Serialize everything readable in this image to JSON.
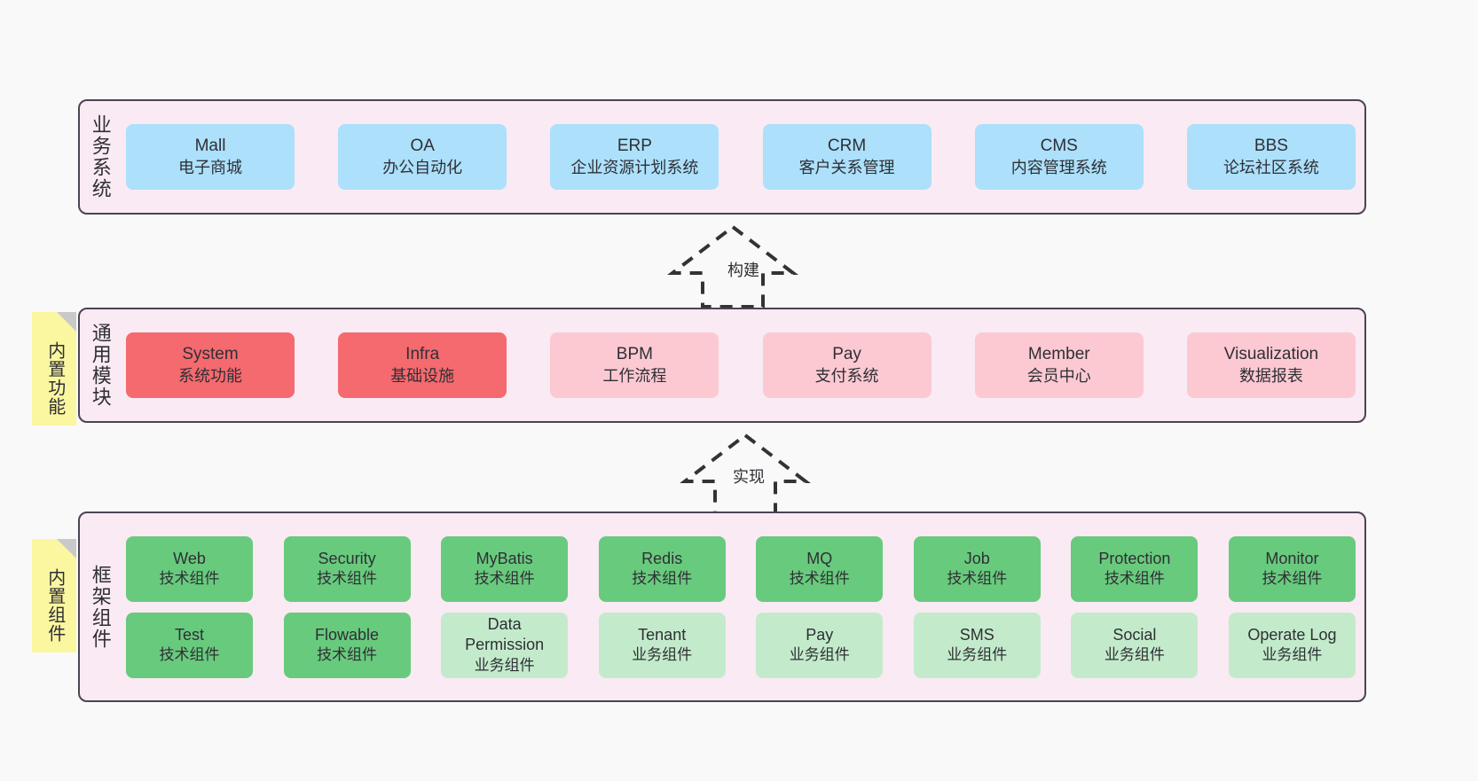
{
  "layers": {
    "business": {
      "title": "业务系统",
      "cards": [
        {
          "en": "Mall",
          "cn": "电子商城",
          "color": "#ace0fb"
        },
        {
          "en": "OA",
          "cn": "办公自动化",
          "color": "#ace0fb"
        },
        {
          "en": "ERP",
          "cn": "企业资源计划系统",
          "color": "#ace0fb"
        },
        {
          "en": "CRM",
          "cn": "客户关系管理",
          "color": "#ace0fb"
        },
        {
          "en": "CMS",
          "cn": "内容管理系统",
          "color": "#ace0fb"
        },
        {
          "en": "BBS",
          "cn": "论坛社区系统",
          "color": "#ace0fb"
        }
      ]
    },
    "modules": {
      "title": "通用模块",
      "cards": [
        {
          "en": "System",
          "cn": "系统功能",
          "color": "#f46a6f"
        },
        {
          "en": "Infra",
          "cn": "基础设施",
          "color": "#f46a6f"
        },
        {
          "en": "BPM",
          "cn": "工作流程",
          "color": "#fcc9d2"
        },
        {
          "en": "Pay",
          "cn": "支付系统",
          "color": "#fcc9d2"
        },
        {
          "en": "Member",
          "cn": "会员中心",
          "color": "#fcc9d2"
        },
        {
          "en": "Visualization",
          "cn": "数据报表",
          "color": "#fcc9d2"
        }
      ]
    },
    "framework": {
      "title": "框架组件",
      "row1": [
        {
          "en": "Web",
          "cn": "技术组件",
          "color": "#68ca7d"
        },
        {
          "en": "Security",
          "cn": "技术组件",
          "color": "#68ca7d"
        },
        {
          "en": "MyBatis",
          "cn": "技术组件",
          "color": "#68ca7d"
        },
        {
          "en": "Redis",
          "cn": "技术组件",
          "color": "#68ca7d"
        },
        {
          "en": "MQ",
          "cn": "技术组件",
          "color": "#68ca7d"
        },
        {
          "en": "Job",
          "cn": "技术组件",
          "color": "#68ca7d"
        },
        {
          "en": "Protection",
          "cn": "技术组件",
          "color": "#68ca7d"
        },
        {
          "en": "Monitor",
          "cn": "技术组件",
          "color": "#68ca7d"
        }
      ],
      "row2": [
        {
          "en": "Test",
          "cn": "技术组件",
          "color": "#68ca7d"
        },
        {
          "en": "Flowable",
          "cn": "技术组件",
          "color": "#68ca7d"
        },
        {
          "en": "Data Permission",
          "cn": "业务组件",
          "color": "#c3ebcb"
        },
        {
          "en": "Tenant",
          "cn": "业务组件",
          "color": "#c3ebcb"
        },
        {
          "en": "Pay",
          "cn": "业务组件",
          "color": "#c3ebcb"
        },
        {
          "en": "SMS",
          "cn": "业务组件",
          "color": "#c3ebcb"
        },
        {
          "en": "Social",
          "cn": "业务组件",
          "color": "#c3ebcb"
        },
        {
          "en": "Operate Log",
          "cn": "业务组件",
          "color": "#c3ebcb"
        }
      ]
    }
  },
  "notes": {
    "builtin_function": "内置功能",
    "builtin_component": "内置组件"
  },
  "arrows": {
    "build_label": "构建",
    "implement_label": "实现"
  },
  "colors": {
    "band_fill": "#f9eaf4",
    "band_border": "#4a4453",
    "note_fill": "#fbf6a0",
    "page_bg": "#f9f9f9",
    "arrow_stroke": "#333333"
  }
}
